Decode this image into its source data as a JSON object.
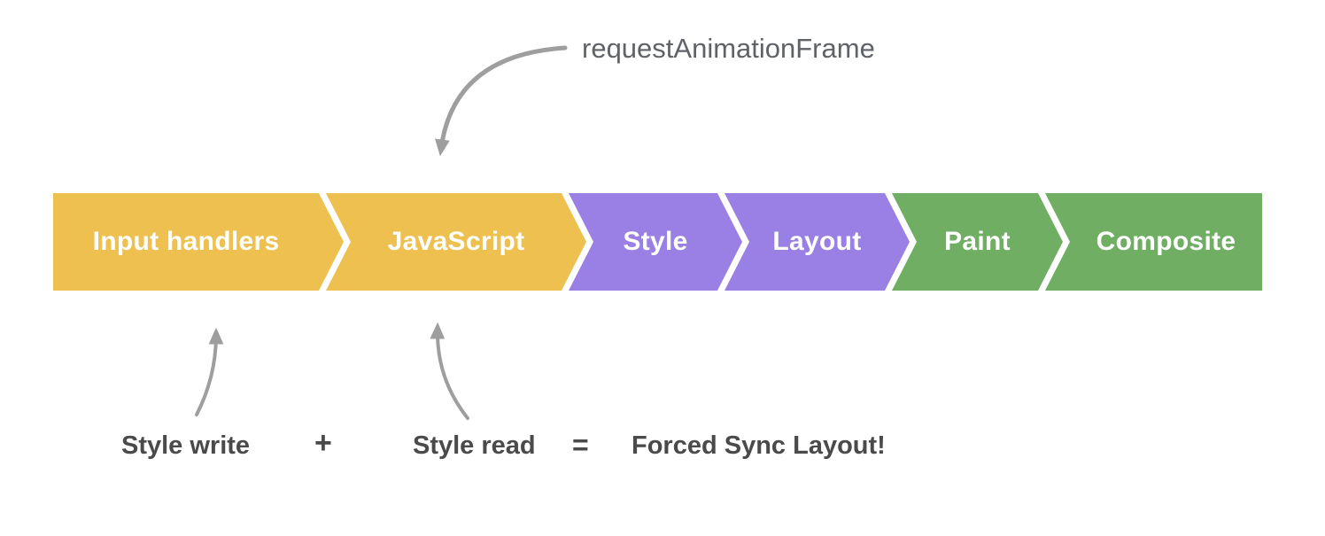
{
  "diagram": {
    "raf_label": "requestAnimationFrame",
    "pipeline": {
      "segments": [
        {
          "label": "Input handlers",
          "color": "#edc04f"
        },
        {
          "label": "JavaScript",
          "color": "#edc04f"
        },
        {
          "label": "Style",
          "color": "#9a80e4"
        },
        {
          "label": "Layout",
          "color": "#9a80e4"
        },
        {
          "label": "Paint",
          "color": "#6fae63"
        },
        {
          "label": "Composite",
          "color": "#6fae63"
        }
      ]
    },
    "equation": {
      "left_label": "Style write",
      "operator": "+",
      "right_label": "Style read",
      "equals": "=",
      "result": "Forced Sync Layout!"
    },
    "colors": {
      "arrow": "#9e9e9e",
      "raf_text": "#5f6368",
      "equation_text": "#4a4a4a",
      "segment_text": "#ffffff",
      "background": "#ffffff"
    }
  }
}
